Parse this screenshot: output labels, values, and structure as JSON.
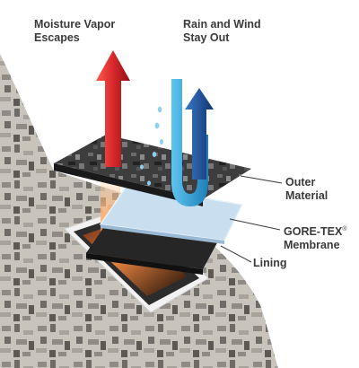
{
  "labels": {
    "moisture_vapor": "Moisture Vapor\nEscapes",
    "rain_wind": "Rain and Wind\nStay Out",
    "outer_material": "Outer\nMaterial",
    "membrane_brand": "GORE-TEX",
    "membrane_mark": "®",
    "membrane_word": "Membrane",
    "lining": "Lining"
  },
  "colors": {
    "vapor_arrow": "#d8282c",
    "rain_arrow": "#1e90c8",
    "wind_arrow": "#1a4f9c",
    "membrane": "#c9dff0",
    "lining": "#2a2a2a",
    "camo_light": "#c8c4bb",
    "camo_dark": "#6f6b66",
    "text": "#3a3a3a"
  }
}
